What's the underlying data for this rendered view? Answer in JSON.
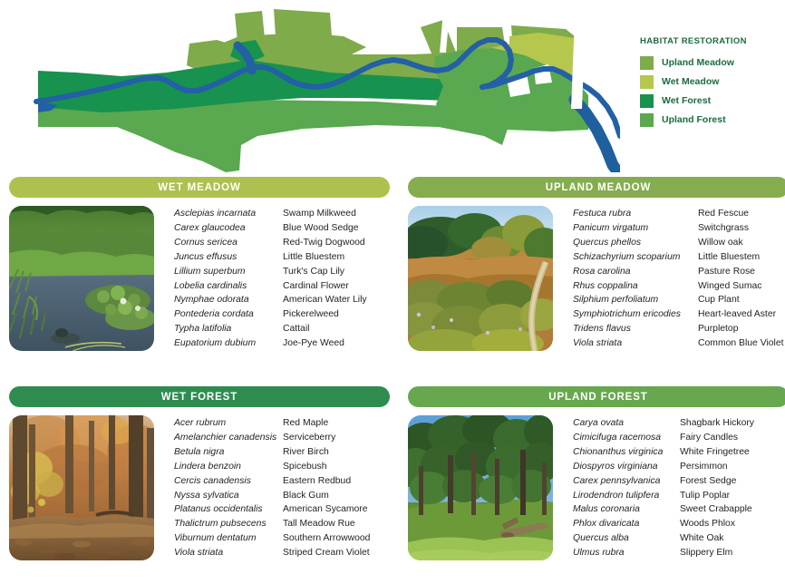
{
  "legend": {
    "title": "HABITAT RESTORATION",
    "items": [
      {
        "label": "Upland Meadow",
        "color": "#7fab4b"
      },
      {
        "label": "Wet Meadow",
        "color": "#b5c council"
      },
      {
        "label": "Wet Forest",
        "color": "#1b9150"
      },
      {
        "label": "Upland Forest",
        "color": "#5aa84f"
      }
    ]
  },
  "map": {
    "name": "habitat-restoration-map",
    "colors": {
      "upland_meadow": "#7fab4b",
      "wet_meadow": "#b9c council",
      "wet_forest": "#1b9150",
      "upland_forest": "#5aa84f",
      "stream": "#2360a5",
      "stream_dark": "#1f5f9e",
      "background": "#ffffff"
    }
  },
  "sections": [
    {
      "id": "wet-meadow",
      "title": "WET MEADOW",
      "banner_color": "#aec04d",
      "photo_name": "wet-meadow-photo",
      "plants": [
        {
          "scientific": "Asclepias incarnata",
          "common": "Swamp Milkweed"
        },
        {
          "scientific": "Carex glaucodea",
          "common": "Blue Wood Sedge"
        },
        {
          "scientific": "Cornus sericea",
          "common": "Red-Twig Dogwood"
        },
        {
          "scientific": "Juncus effusus",
          "common": "Little Bluestem"
        },
        {
          "scientific": "Lillium superbum",
          "common": "Turk's Cap Lily"
        },
        {
          "scientific": "Lobelia cardinalis",
          "common": "Cardinal Flower"
        },
        {
          "scientific": "Nymphae odorata",
          "common": "American Water Lily"
        },
        {
          "scientific": "Pontederia cordata",
          "common": "Pickerelweed"
        },
        {
          "scientific": "Typha latifolia",
          "common": "Cattail"
        },
        {
          "scientific": "Eupatorium dubium",
          "common": "Joe-Pye Weed"
        }
      ]
    },
    {
      "id": "upland-meadow",
      "title": "UPLAND MEADOW",
      "banner_color": "#85ad4f",
      "photo_name": "upland-meadow-photo",
      "plants": [
        {
          "scientific": "Festuca rubra",
          "common": "Red Fescue"
        },
        {
          "scientific": "Panicum virgatum",
          "common": "Switchgrass"
        },
        {
          "scientific": "Quercus phellos",
          "common": "Willow oak"
        },
        {
          "scientific": "Schizachyrium scoparium",
          "common": "Little Bluestem"
        },
        {
          "scientific": "Rosa carolina",
          "common": "Pasture Rose"
        },
        {
          "scientific": "Rhus coppalina",
          "common": "Winged Sumac"
        },
        {
          "scientific": "Silphium perfoliatum",
          "common": "Cup Plant"
        },
        {
          "scientific": "Symphiotrichum ericodies",
          "common": "Heart-leaved Aster"
        },
        {
          "scientific": "Tridens flavus",
          "common": "Purpletop"
        },
        {
          "scientific": "Viola striata",
          "common": "Common Blue Violet"
        }
      ]
    },
    {
      "id": "wet-forest",
      "title": "WET FOREST",
      "banner_color": "#2e8c4f",
      "photo_name": "wet-forest-photo",
      "plants": [
        {
          "scientific": "Acer rubrum",
          "common": "Red Maple"
        },
        {
          "scientific": "Amelanchier canadensis",
          "common": "Serviceberry"
        },
        {
          "scientific": "Betula nigra",
          "common": "River Birch"
        },
        {
          "scientific": "Lindera benzoin",
          "common": "Spicebush"
        },
        {
          "scientific": "Cercis canadensis",
          "common": "Eastern Redbud"
        },
        {
          "scientific": "Nyssa sylvatica",
          "common": "Black Gum"
        },
        {
          "scientific": "Platanus occidentalis",
          "common": "American Sycamore"
        },
        {
          "scientific": "Thalictrum pubsecens",
          "common": "Tall Meadow Rue"
        },
        {
          "scientific": "Viburnum dentatum",
          "common": "Southern Arrowwood"
        },
        {
          "scientific": "Viola striata",
          "common": "Striped Cream Violet"
        }
      ]
    },
    {
      "id": "upland-forest",
      "title": "UPLAND FOREST",
      "banner_color": "#67a84f",
      "photo_name": "upland-forest-photo",
      "plants": [
        {
          "scientific": "Carya ovata",
          "common": "Shagbark Hickory"
        },
        {
          "scientific": "Cimicifuga racemosa",
          "common": "Fairy Candles"
        },
        {
          "scientific": "Chionanthus virginica",
          "common": "White Fringetree"
        },
        {
          "scientific": "Diospyros virginiana",
          "common": "Persimmon"
        },
        {
          "scientific": "Carex pennsylvanica",
          "common": "Forest Sedge"
        },
        {
          "scientific": "Lirodendron tulipfera",
          "common": "Tulip Poplar"
        },
        {
          "scientific": "Malus coronaria",
          "common": "Sweet Crabapple"
        },
        {
          "scientific": "Phlox divaricata",
          "common": "Woods Phlox"
        },
        {
          "scientific": "Quercus alba",
          "common": "White Oak"
        },
        {
          "scientific": "Ulmus rubra",
          "common": "Slippery Elm"
        }
      ]
    }
  ]
}
